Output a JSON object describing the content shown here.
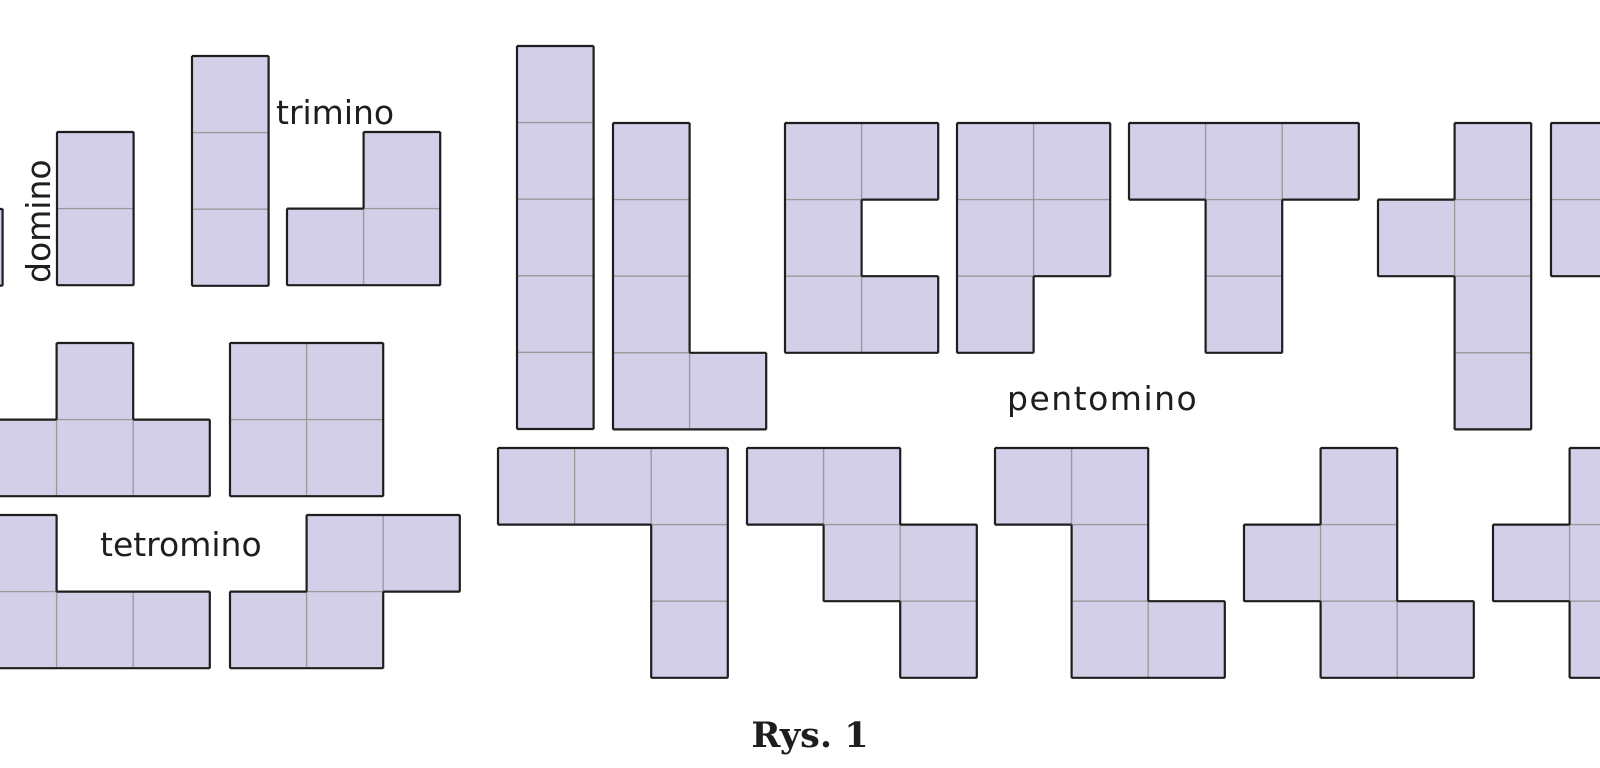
{
  "labels": {
    "domino": "domino",
    "trimino": "trimino",
    "tetromino": "tetromino",
    "pentomino": "pentomino"
  },
  "caption": "Rys. 1",
  "colors": {
    "cell_fill": "#d4cfe8",
    "cell_grid": "#9a9a9a",
    "outline": "#1e1e1e"
  },
  "pieces": [
    {
      "group": "monomino",
      "cells": [
        [
          0,
          0
        ]
      ]
    },
    {
      "group": "domino",
      "cells": [
        [
          0,
          0
        ],
        [
          0,
          1
        ]
      ]
    },
    {
      "group": "trimino",
      "cells": [
        [
          0,
          0
        ],
        [
          0,
          1
        ],
        [
          0,
          2
        ]
      ]
    },
    {
      "group": "trimino",
      "cells": [
        [
          1,
          0
        ],
        [
          0,
          1
        ],
        [
          1,
          1
        ]
      ]
    },
    {
      "group": "tetromino",
      "cells": [
        [
          1,
          0
        ],
        [
          0,
          1
        ],
        [
          1,
          1
        ],
        [
          2,
          1
        ]
      ]
    },
    {
      "group": "tetromino",
      "cells": [
        [
          0,
          0
        ],
        [
          1,
          0
        ],
        [
          0,
          1
        ],
        [
          1,
          1
        ]
      ]
    },
    {
      "group": "tetromino",
      "cells": [
        [
          0,
          0
        ],
        [
          0,
          1
        ],
        [
          1,
          1
        ],
        [
          2,
          1
        ]
      ]
    },
    {
      "group": "tetromino",
      "cells": [
        [
          1,
          0
        ],
        [
          2,
          0
        ],
        [
          0,
          1
        ],
        [
          1,
          1
        ]
      ]
    },
    {
      "group": "pentomino",
      "cells": [
        [
          0,
          0
        ],
        [
          0,
          1
        ],
        [
          0,
          2
        ],
        [
          0,
          3
        ],
        [
          0,
          4
        ]
      ]
    },
    {
      "group": "pentomino",
      "cells": [
        [
          0,
          0
        ],
        [
          0,
          1
        ],
        [
          0,
          2
        ],
        [
          0,
          3
        ],
        [
          1,
          3
        ]
      ]
    },
    {
      "group": "pentomino",
      "cells": [
        [
          0,
          0
        ],
        [
          1,
          0
        ],
        [
          0,
          1
        ],
        [
          0,
          2
        ],
        [
          1,
          2
        ]
      ]
    },
    {
      "group": "pentomino",
      "cells": [
        [
          0,
          0
        ],
        [
          1,
          0
        ],
        [
          0,
          1
        ],
        [
          1,
          1
        ],
        [
          0,
          2
        ]
      ]
    },
    {
      "group": "pentomino",
      "cells": [
        [
          0,
          0
        ],
        [
          1,
          0
        ],
        [
          2,
          0
        ],
        [
          1,
          1
        ],
        [
          1,
          2
        ]
      ]
    },
    {
      "group": "pentomino",
      "cells": [
        [
          1,
          0
        ],
        [
          0,
          1
        ],
        [
          1,
          1
        ],
        [
          1,
          2
        ],
        [
          1,
          3
        ]
      ]
    },
    {
      "group": "pentomino",
      "cells": [
        [
          0,
          0
        ],
        [
          0,
          1
        ]
      ]
    },
    {
      "group": "pentomino",
      "cells": [
        [
          0,
          0
        ],
        [
          1,
          0
        ],
        [
          2,
          0
        ],
        [
          2,
          1
        ],
        [
          2,
          2
        ]
      ]
    },
    {
      "group": "pentomino",
      "cells": [
        [
          0,
          0
        ],
        [
          1,
          0
        ],
        [
          1,
          1
        ],
        [
          2,
          1
        ],
        [
          2,
          2
        ]
      ]
    },
    {
      "group": "pentomino",
      "cells": [
        [
          0,
          0
        ],
        [
          1,
          0
        ],
        [
          1,
          1
        ],
        [
          1,
          2
        ],
        [
          2,
          2
        ]
      ]
    },
    {
      "group": "pentomino",
      "cells": [
        [
          1,
          0
        ],
        [
          0,
          1
        ],
        [
          1,
          1
        ],
        [
          1,
          2
        ],
        [
          2,
          2
        ]
      ]
    },
    {
      "group": "pentomino",
      "cells": [
        [
          1,
          0
        ],
        [
          0,
          1
        ],
        [
          1,
          1
        ],
        [
          1,
          2
        ]
      ]
    }
  ]
}
